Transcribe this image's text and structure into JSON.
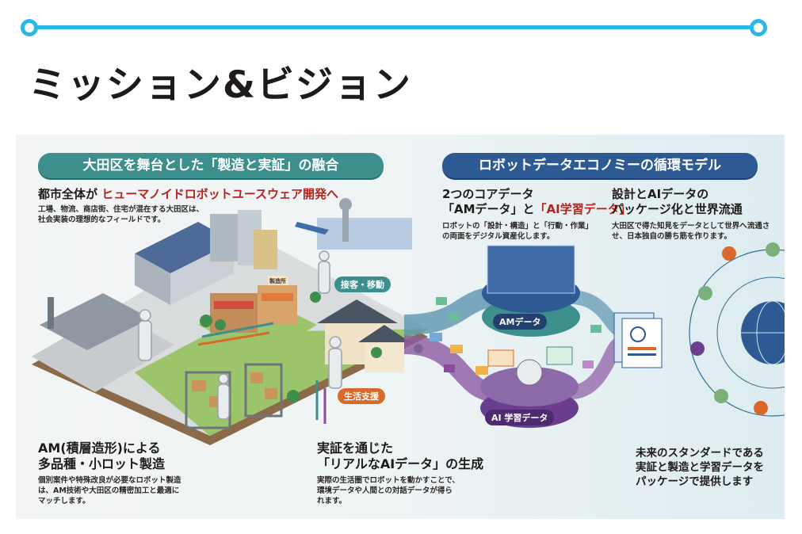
{
  "page_title": "ミッション&ビジョン",
  "left_section": {
    "banner": "大田区を舞台とした「製造と実証」の融合",
    "headline_prefix": "都市全体が",
    "headline_highlight": "ヒューマノイドロボットユースウェア開発へ",
    "description": "工場、物流、商店街、住宅が混在する大田区は、社会実装の理想的なフィールドです。",
    "label_service": "接客・移動",
    "label_life_support": "生活支援",
    "shop_sign": "製造所",
    "am_title_line1": "AM(積層造形)による",
    "am_title_line2": "多品種・小ロット製造",
    "am_description": "個別案件や特殊改良が必要なロボット製造は、AM技術や大田区の精密加工と最適にマッチします。",
    "demo_title_line1": "実証を通じた",
    "demo_title_line2": "「リアルなAIデータ」の生成",
    "demo_description": "実際の生活圏でロボットを動かすことで、環境データや人間との対話データが得られます。"
  },
  "right_section": {
    "banner": "ロボットデータエコノミーの循環モデル",
    "core_title_line1": "2つのコアデータ",
    "core_title_am": "「AMデータ」と",
    "core_title_ai": "「AI学習データ」",
    "core_description": "ロボットの「設計・構造」と「行動・作業」の両面をデジタル資産化します。",
    "package_title_line1": "設計とAIデータの",
    "package_title_line2": "パッケージ化と世界流通",
    "package_description": "大田区で得た知見をデータとして世界へ流通させ、日本独自の勝ち筋を作ります。",
    "am_data_label": "AMデータ",
    "ai_data_label": "AI 学習データ",
    "future_line1": "未来のスタンダードである",
    "future_line2": "実証と製造と学習データを",
    "future_line3": "パッケージで提供します"
  },
  "colors": {
    "accent_line": "#2bb8e6",
    "teal": "#3c8f8c",
    "navy": "#2e5a93",
    "highlight": "#b3241c",
    "orange": "#d9692a",
    "purple": "#6a3d8f"
  }
}
